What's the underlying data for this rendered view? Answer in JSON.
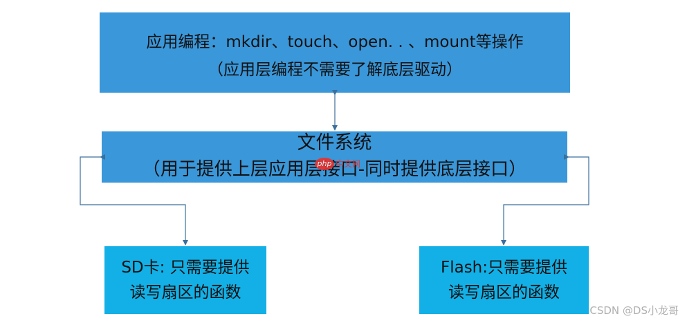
{
  "diagram": {
    "app_box": {
      "line1": "应用编程：mkdir、touch、open. . 、mount等操作",
      "line2": "（应用层编程不需要了解底层驱动）"
    },
    "fs_box": {
      "line1": "文件系统",
      "line2": "（用于提供上层应用层接口-同时提供底层接口）"
    },
    "sd_box": {
      "line1": "SD卡: 只需要提供",
      "line2": "读写扇区的函数"
    },
    "flash_box": {
      "line1": "Flash:只需要提供",
      "line2": "读写扇区的函数"
    },
    "colors": {
      "primary_box": "#3a97d9",
      "secondary_box": "#12b0e6",
      "connector": "#3b6f9c"
    }
  },
  "watermarks": {
    "logo_badge": "php",
    "logo_text": "中文网",
    "csdn": "CSDN @DS小龙哥"
  }
}
